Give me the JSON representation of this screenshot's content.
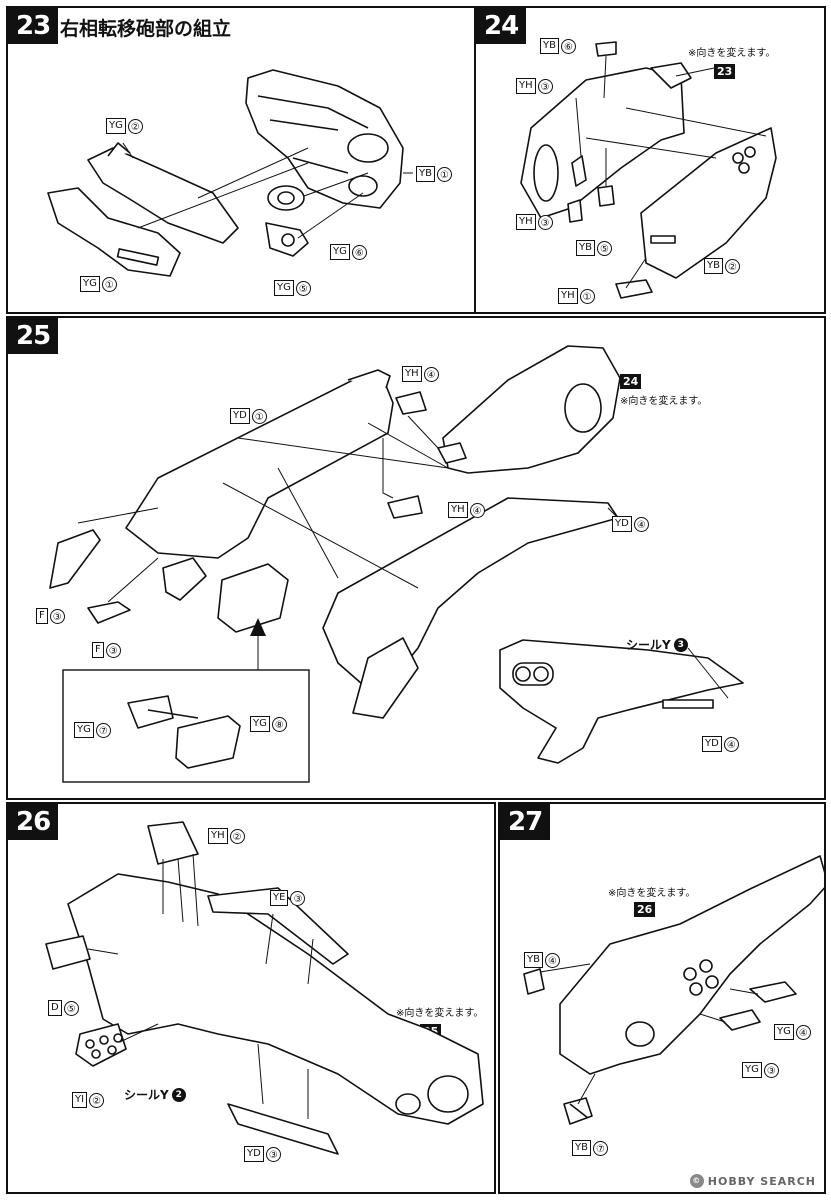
{
  "steps": {
    "s23": {
      "number": "23",
      "title": "右相転移砲部の組立"
    },
    "s24": {
      "number": "24",
      "note": "※向きを変えます。",
      "ref": "23"
    },
    "s25": {
      "number": "25",
      "note": "※向きを変えます。",
      "ref": "24",
      "seal_label": "シールY",
      "seal_num": "3"
    },
    "s26": {
      "number": "26",
      "note": "※向きを変えます。",
      "ref": "25",
      "seal_label": "シールY",
      "seal_num": "2"
    },
    "s27": {
      "number": "27",
      "note": "※向きを変えます。",
      "ref": "26"
    }
  },
  "parts": {
    "p23_yg2": {
      "code": "YG",
      "num": "②"
    },
    "p23_yb1": {
      "code": "YB",
      "num": "①"
    },
    "p23_yg6": {
      "code": "YG",
      "num": "⑥"
    },
    "p23_yg5": {
      "code": "YG",
      "num": "⑤"
    },
    "p23_yg1": {
      "code": "YG",
      "num": "①"
    },
    "p24_yb6": {
      "code": "YB",
      "num": "⑥"
    },
    "p24_yh3a": {
      "code": "YH",
      "num": "③"
    },
    "p24_yh3b": {
      "code": "YH",
      "num": "③"
    },
    "p24_yb5": {
      "code": "YB",
      "num": "⑤"
    },
    "p24_yb2": {
      "code": "YB",
      "num": "②"
    },
    "p24_yh1": {
      "code": "YH",
      "num": "①"
    },
    "p25_yd1": {
      "code": "YD",
      "num": "①"
    },
    "p25_yh4a": {
      "code": "YH",
      "num": "④"
    },
    "p25_yh4b": {
      "code": "YH",
      "num": "④"
    },
    "p25_yd4a": {
      "code": "YD",
      "num": "④"
    },
    "p25_f3a": {
      "code": "F",
      "num": "③"
    },
    "p25_f3b": {
      "code": "F",
      "num": "③"
    },
    "p25_yg7": {
      "code": "YG",
      "num": "⑦"
    },
    "p25_yg8": {
      "code": "YG",
      "num": "⑧"
    },
    "p25_yd4b": {
      "code": "YD",
      "num": "④"
    },
    "p26_yh2": {
      "code": "YH",
      "num": "②"
    },
    "p26_ye3": {
      "code": "YE",
      "num": "③"
    },
    "p26_d5": {
      "code": "D",
      "num": "⑤"
    },
    "p26_yi2": {
      "code": "YI",
      "num": "②"
    },
    "p26_yd3": {
      "code": "YD",
      "num": "③"
    },
    "p27_yb4": {
      "code": "YB",
      "num": "④"
    },
    "p27_yg4": {
      "code": "YG",
      "num": "④"
    },
    "p27_yg3": {
      "code": "YG",
      "num": "③"
    },
    "p27_yb7": {
      "code": "YB",
      "num": "⑦"
    }
  },
  "watermark": {
    "text": "HOBBY SEARCH",
    "badge": "©"
  }
}
